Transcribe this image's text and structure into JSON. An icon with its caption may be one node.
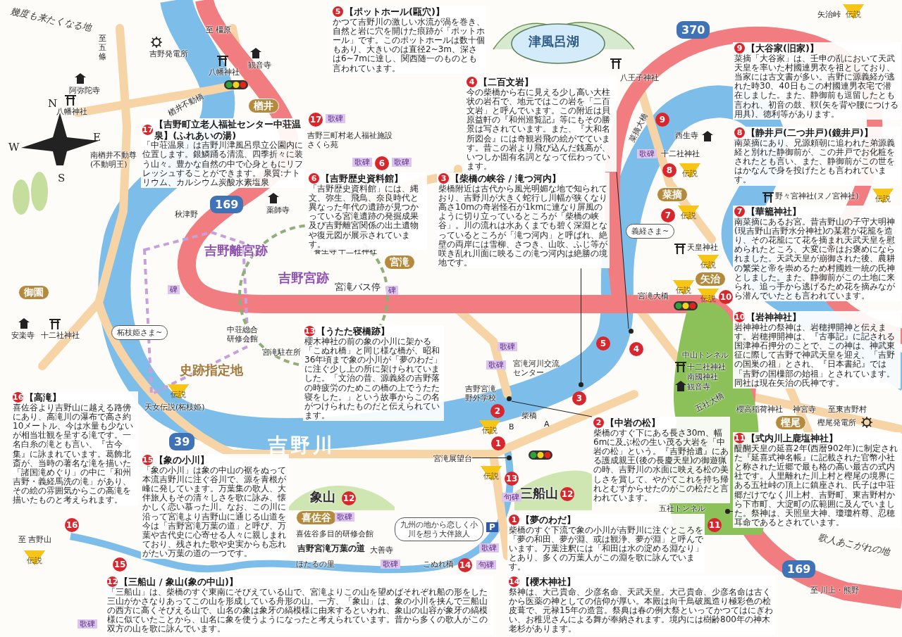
{
  "diagram": {
    "nodes": [
      {
        "text": [
          "17",
          "【吉野町立老人福祉センター中荘温泉】(ふれあいの湯)",
          "「中荘温泉」は吉野川津風呂県立公園内に位置します。銀鱗踊る清流、四季折々に装う山々。豊かな自然の中で心身ともにリフレッシュすることができます。 泉質:ナトリウム、カルシウム炭酸水素塩泉"
        ]
      },
      {
        "text": [
          "6",
          "【吉野歴史資料館】",
          "「吉野歴史資料館」には、縄文、弥生、飛鳥、奈良時代と異なった年代の遺跡が見つかっている宮滝遺跡の発掘成果及び吉野離宮関係の出土遺物や復元図が展示されています。"
        ]
      },
      {
        "text": [
          "4",
          "【二百文岩】",
          "今の柴橋から右に見える少し高い大柱状の岩石で、地元ではこの岩を「二百文岩」と呼んでいます。この附近は貝原益軒の『和州巡覧記』等にもその勝景は写されています。また、『大和名所図会』には奇観岩飛の絵がでています。昔この岩より飛び込んだ銭高が、いつしか固有名詞となって伝わっています。"
        ]
      },
      {
        "text": [
          "5",
          "【ポットホール(甌穴)】",
          "かつて吉野川の激しい水流が渦を巻き、自然と岩に穴を開けた痕跡が「ポットホール」です。このポットホールは数十個もあり、大きいのは直径2~3m、深さは6~7mに達し、関西随一のものとも言われています。"
        ]
      },
      {
        "text": [
          "3",
          "【柴橋の峡谷 / 滝つ河内】",
          "柴橋附近は古代から風光明媚な地で知られており、吉野川が大きく蛇行し川幅が狭くなり高さ10mの奇岩怪石が1kmに連なり屏風のように切り立っているところが「柴橋の峡谷」。川の流れは水あくまでも碧く深淵となっているところが「滝つ河内」と呼ばれ、絶壁の両岸には雪柳、さつき、山吹、ふじ等が咲き乱れ川面に映るこの滝つ河内は絶勝の境地です。"
        ]
      },
      {
        "text": [
          "9",
          "【大谷家(旧家)】",
          "菜摘「大谷家」は、壬申の乱において天武天皇を率いた村國連男衣を祖としており、当家には古文書が多い。吉野に源義経が逃れた時30、40日もこの村國連男衣宅で潜在しました。また、静御前も逗留したとも言われ、初音の鼓、靫(矢を背や腰につける用具)、徳利等があります。"
        ]
      },
      {
        "text": [
          "8",
          "【静井戸(二つ井戸)(鏡井戸)】",
          "南菜摘にあり、兄源頼朝に追われた弟源義経と別れた静御前が、この井戸でお化粧をされたとも言い、また、静御前がこの世をはかなんで身を投げたとも言われています。"
        ]
      },
      {
        "text": [
          "7",
          "【華籠神社】",
          "南菜摘にあるお宮。昔吉野山の子守大明神(現吉野山吉野水分神社)の某君が花籠を造り、その花籠にて花を摘まれ天武天皇を慰められたところ、大変に帝はお褒めになられました。天武天皇が崩御された後、農耕の繁栄と帝を崇めるため村國姓一統の氏神としました。また、静御前がこの土地に来られ、追っ手から逃げるため花を摘みながら潜んでいたとも言われています。"
        ]
      },
      {
        "text": [
          "10",
          "【岩神神社】",
          "岩神神社の祭神は、岩穂押開神と伝えます。岩穂押開神は、『古事記』に記される国津神石押分のことで、この神は、神武東征に際して吉野で神武天皇を迎え、「吉野の国巣の祖」とされ、『日本書紀』では「吉野の国樔部の始祖」とされています。同社は現在矢治の氏神です。"
        ]
      },
      {
        "text": [
          "11",
          "【式内川上鹿塩神社】",
          "醍醐天皇の延喜2年(西暦902年)に制定された『延喜式神名帳』に記載された官幣小社と称された近郷で最も格の高い最古の式内社です。人里離れた川上村と樫尾の境界にある五社峠の頂上に鎮座され、氏子は中荘郷だけでなく川上村、吉野町、東吉野村から下市町、大淀町の広範囲に及んでいました。祭神は、天照皇大神、瓊瓊杵尊、忍穂耳命であるとされています。"
        ]
      },
      {
        "text": [
          "2",
          "【中岩の松】",
          "柴橋のすぐ下にある長さ30m、幅6mに及ぶ松の生い茂る大岩を「中岩の松」という。『吉野拾遺』にある護成親王(後の長慶天皇)の御遊猟の時、吉野川の水面に映える松の美しさを賞して、やがてこれを持ち帰れとむずからせたのがこの松だと言われています。"
        ]
      },
      {
        "text": [
          "1",
          "【夢のわだ】",
          "柴橋のすぐ下流で象の小川が吉野川に注ぐところを「夢の和田、夢が淵、或は観浄、夢が淵」と呼んでいます。万葉注釈には「和田は水の淀める淵なり」とあり、多くの万葉人がこの淵を歌に詠んでいます。"
        ]
      },
      {
        "text": [
          "13",
          "【うたた寝橋跡】",
          "櫻木神社の前の象の小川に架かる「こぬれ橋」と同じ様な橋が、昭和36年頃まで象の小川が「夢のわだ」に注ぐ少し上の所に架けられていました。「文治の昔、源義経の吉野落の時疲労のためこの橋の上でうたた寝をした。」という故事からこの名がつけられたものだと伝えられています。"
        ]
      },
      {
        "text": [
          "14",
          "【櫻木神社】",
          "祭神は、大己貴命、少彦名命、天武天皇。大己貴命、少彦名命は古くから医薬の神としての信仰が厚い。本殿は向千鳥破風造り極彩色の桧皮葺で、元禄15年の造営。祭典は春の例大祭といってかつてはにぎわい、お稚児さんによる舞が奉納されます。境内には樹齢800年の神木老杉があります。"
        ]
      },
      {
        "text": [
          "12",
          "【三船山 / 象山(象の中山)】",
          "「三船山」は、柴橋のすぐ東南にそびえている山で、宮滝よりこの山を望めばそれぞれ船の形をした三山がかさなりあってこの山を形成している舟形の山。一方、「象山」は、象の小川を挟んで三船山の西方に高くそびえる山で、山名の象は象牙の縞模様に由来するといわれ、象山の山容が象牙の縞模様に似ていたことから、山名に象を使うようになったと考えられています。昔から多くの歌人がこの双方の山を歌に詠んでいます。"
        ]
      },
      {
        "text": [
          "15",
          "【象の小川】",
          "「象の小川」は象の中山の裾をぬって本流吉野川に注ぐ谷川で、源を青根が峰に発しています。万葉集の歌人、大伴旅人もその清々しさを歌に詠み、懐かしく恋い慕った川。なお、この川に沿って宮滝より吉野山に通じる山道を今は「吉野宮滝万葉の道」と呼び、万葉や古代史に心寄せる人々に親しまれており、残された歌や史実からも忘れがたい万葉の道の一つです。"
        ]
      },
      {
        "text": [
          "16",
          "【高滝】",
          "喜佐谷より吉野山に越える路傍にあり、高滝川の瀑布で高さ約10メートル、今は水量も少ないが相当壮観を呈する滝です。一名白糸の滝とも言い、『古今集』に詠まれています。葛飾北斎が、当時の著名な滝を描いた「諸国滝めぐり」の中に「和州吉野・義経馬洗の滝」があり、その絵の雰囲気からこの高滝を描いたものと考えられます。"
        ]
      },
      {
        "text": [
          "宮滝展望台"
        ]
      },
      {
        "text": [],
        "shape": "circle"
      },
      {
        "text": [],
        "shape": "circle"
      },
      {
        "text": [],
        "shape": "circle"
      },
      {
        "text": [],
        "shape": "circle"
      },
      {
        "text": [],
        "shape": "circle"
      }
    ],
    "edges": [
      {
        "from": 2,
        "to": 18,
        "arrow": "none"
      },
      {
        "from": 4,
        "to": 19,
        "arrow": "none"
      },
      {
        "from": 10,
        "to": 20,
        "arrow": "none"
      },
      {
        "from": 9,
        "to": 21,
        "arrow": "none"
      },
      {
        "from": 17,
        "to": 22,
        "arrow": "none"
      }
    ],
    "labels": [
      "幾度も来たくなる地",
      "至五條",
      "至 橿原",
      "吉野発電所",
      "八幡神社",
      "観音寺",
      "阿弥陀寺",
      "八幡神社",
      "楢井不動橋",
      "南楢井不動尊(不動明王)",
      "楢井",
      "17",
      "歌碑",
      "吉野三町村老人福祉施設さくら苑",
      "169",
      "秋津野",
      "薬師寺",
      "吉野離宮跡",
      "吉野宮跡",
      "宮滝",
      "養生寺",
      "十二社神社",
      "歌碑",
      "6",
      "歌碑",
      "御園",
      "碑",
      "碑",
      "安楽寺",
      "十二社神社",
      "柘枝姫さま~",
      "伝説",
      "天女伝説(柘枝姫)",
      "中荘総合研修会館",
      "宮滝駐在所",
      "宮滝バス停",
      "史跡指定地",
      "吉野川",
      "39",
      "津風呂湖",
      "八王子神社",
      "370",
      "菜摘大橋",
      "9",
      "西生寺",
      "歌碑",
      "十二社神社",
      "8",
      "伝説",
      "菜摘",
      "7",
      "伝説",
      "義経さま~",
      "天皇神社",
      "伝説",
      "矢治峠",
      "伝説",
      "野々宮神社(ヌノ宮神社)",
      "伝説",
      "伝説",
      "宮滝大橋",
      "矢治",
      "伝説",
      "10",
      "櫻高稲荷神社",
      "神宮寺",
      "五社大橋",
      "至東吉野村",
      "中山トンネル",
      "十二社神社",
      "南國神社",
      "観音寺",
      "樫尾",
      "樫尾発電所",
      "五社トンネル",
      "11",
      "169",
      "至 川上・熊野",
      "歌人あこがれの地",
      "三船山",
      "12",
      "象山",
      "12",
      "喜佐谷",
      "歌碑",
      "喜佐谷多目的研修会館",
      "吉野宮滝万葉の道",
      "大善寺",
      "ほたるの里",
      "九州の地から恋しく小川を想う大伴旅人",
      "こぬれ橋",
      "14",
      "句碑",
      "歌碑",
      "歌碑",
      "句碑",
      "伝説",
      "13",
      "1",
      "2",
      "柴橋",
      "A",
      "B",
      "伝説",
      "歌碑",
      "5",
      "4",
      "3",
      "歌碑",
      "宮滝河川交流センター",
      "吉野宮滝野外学校",
      "16",
      "至 吉野山",
      "伝説",
      "15",
      "歌碑",
      "P",
      "N",
      "E",
      "W",
      "S"
    ]
  }
}
